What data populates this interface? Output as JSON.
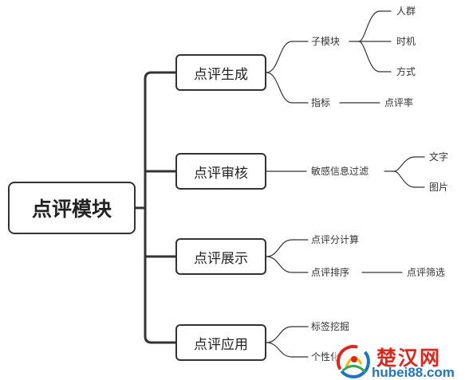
{
  "mindmap": {
    "root": "点评模块",
    "branches": [
      {
        "label": "点评生成",
        "children": [
          {
            "label": "子模块",
            "children": [
              "人群",
              "时机",
              "方式"
            ]
          },
          {
            "label": "指标",
            "children": [
              "点评率"
            ]
          }
        ]
      },
      {
        "label": "点评审核",
        "children": [
          {
            "label": "敏感信息过滤",
            "children": [
              "文字",
              "图片"
            ]
          }
        ]
      },
      {
        "label": "点评展示",
        "children": [
          {
            "label": "点评分计算",
            "children": []
          },
          {
            "label": "点评排序",
            "children": [
              "点评筛选"
            ]
          }
        ]
      },
      {
        "label": "点评应用",
        "children": [
          {
            "label": "标签挖掘",
            "children": []
          },
          {
            "label": "个性化",
            "children": []
          }
        ]
      }
    ]
  },
  "watermark": {
    "title": "楚汉网",
    "url": "hubei88.com"
  },
  "colors": {
    "line": "#333333",
    "box_border": "#333333",
    "text": "#222222",
    "watermark_title": "#e0261b",
    "watermark_url": "#1e74c8"
  }
}
